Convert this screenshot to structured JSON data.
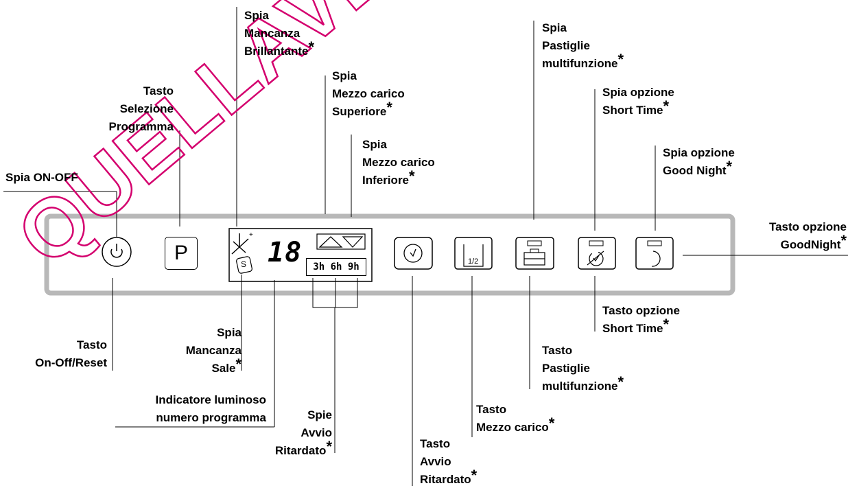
{
  "watermark": "QUELLAVERDE",
  "panel": {
    "program_button": "P",
    "program_display": "18",
    "delay_hours": "3h 6h 9h",
    "half_load_symbol": "1/2",
    "salt_symbol": "S"
  },
  "labels": {
    "spia_on_off": [
      "Spia ON-OFF"
    ],
    "tasto_selezione": [
      "Tasto",
      "Selezione",
      "Programma"
    ],
    "spia_brillantante": [
      "Spia",
      "Mancanza",
      "Brillantante"
    ],
    "spia_mezzo_superiore": [
      "Spia",
      "Mezzo carico",
      "Superiore"
    ],
    "spia_mezzo_inferiore": [
      "Spia",
      "Mezzo carico",
      "Inferiore"
    ],
    "spia_pastiglie": [
      "Spia",
      "Pastiglie",
      "multifunzione"
    ],
    "spia_short_time": [
      "Spia opzione",
      "Short Time"
    ],
    "spia_good_night": [
      "Spia opzione",
      "Good Night"
    ],
    "tasto_goodnight": [
      "Tasto opzione",
      "GoodNight"
    ],
    "tasto_on_off": [
      "Tasto",
      "On-Off/Reset"
    ],
    "spia_sale": [
      "Spia",
      "Mancanza",
      "Sale"
    ],
    "indicatore": [
      "Indicatore luminoso",
      "numero programma"
    ],
    "spie_avvio": [
      "Spie",
      "Avvio",
      "Ritardato"
    ],
    "tasto_avvio": [
      "Tasto",
      "Avvio",
      "Ritardato"
    ],
    "tasto_mezzo": [
      "Tasto",
      "Mezzo carico"
    ],
    "tasto_pastiglie": [
      "Tasto",
      "Pastiglie",
      "multifunzione"
    ],
    "tasto_short_time": [
      "Tasto opzione",
      "Short Time"
    ]
  },
  "footnote_mark": "*"
}
